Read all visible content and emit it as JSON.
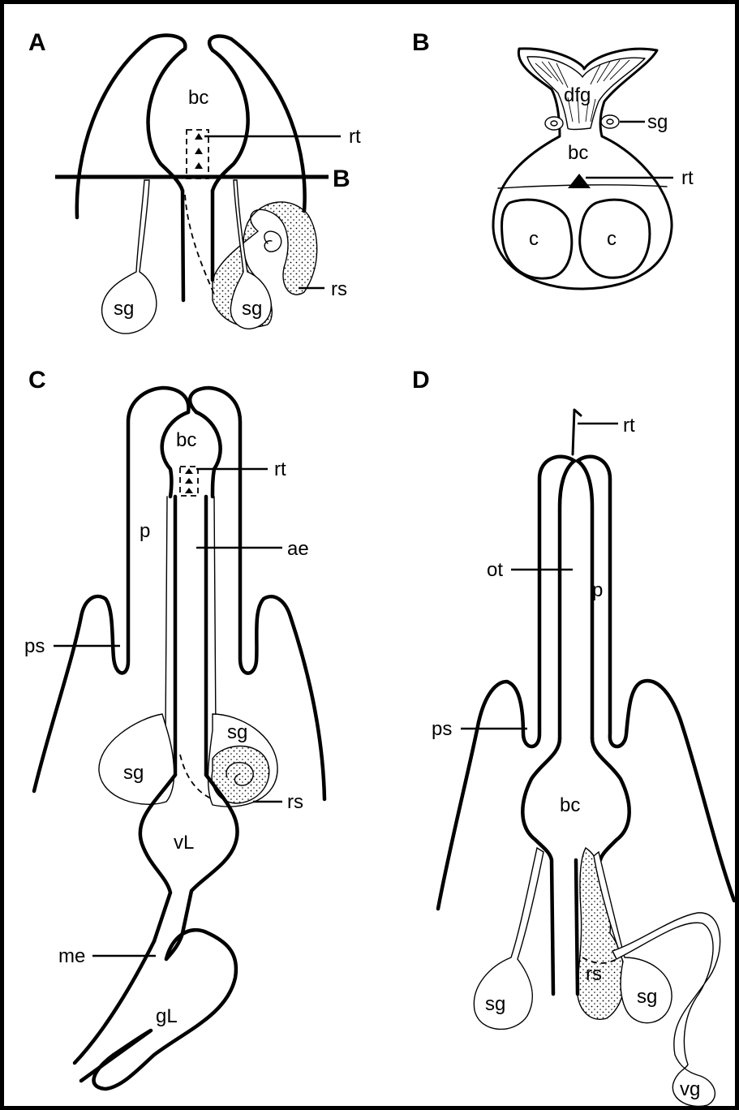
{
  "panels": {
    "A": {
      "letter": "A",
      "labels": {
        "bc": "bc",
        "rt": "rt",
        "B": "B",
        "sg_left": "sg",
        "sg_right": "sg",
        "rs": "rs"
      }
    },
    "B": {
      "letter": "B",
      "labels": {
        "dfg": "dfg",
        "sg": "sg",
        "bc": "bc",
        "rt": "rt",
        "c_left": "c",
        "c_right": "c"
      }
    },
    "C": {
      "letter": "C",
      "labels": {
        "bc": "bc",
        "rt": "rt",
        "p": "p",
        "ae": "ae",
        "ps": "ps",
        "sg_left": "sg",
        "sg_right": "sg",
        "rs": "rs",
        "vL": "vL",
        "me": "me",
        "gL": "gL"
      }
    },
    "D": {
      "letter": "D",
      "labels": {
        "rt": "rt",
        "ot": "ot",
        "p": "p",
        "ps": "ps",
        "bc": "bc",
        "rs": "rs",
        "sg_left": "sg",
        "sg_right": "sg",
        "vg": "vg"
      }
    }
  }
}
